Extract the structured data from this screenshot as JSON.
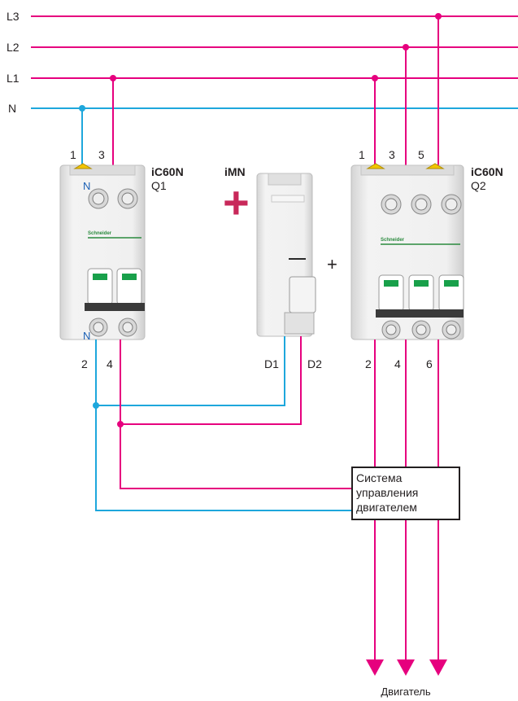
{
  "colors": {
    "phase": "#e6007e",
    "neutral": "#1ea7dc",
    "device_body": "#ececec",
    "brand_green": "#2a8a3e",
    "text": "#231f20"
  },
  "bus_labels": {
    "l3": "L3",
    "l2": "L2",
    "l1": "L1",
    "n": "N"
  },
  "q1": {
    "model": "iC60N",
    "ref": "Q1",
    "top_terminals": [
      "1",
      "3"
    ],
    "bottom_terminals": [
      "2",
      "4"
    ],
    "neutral_mark": "N",
    "brand": "Schneider"
  },
  "imn": {
    "model": "iMN",
    "terminals": [
      "D1",
      "D2"
    ],
    "plus_red": "+",
    "plus_black": "+"
  },
  "q2": {
    "model": "iC60N",
    "ref": "Q2",
    "top_terminals": [
      "1",
      "3",
      "5"
    ],
    "bottom_terminals": [
      "2",
      "4",
      "6"
    ],
    "brand": "Schneider"
  },
  "control_box": {
    "line1": "Система",
    "line2": "управления",
    "line3": "двигателем"
  },
  "motor_label": "Двигатель"
}
